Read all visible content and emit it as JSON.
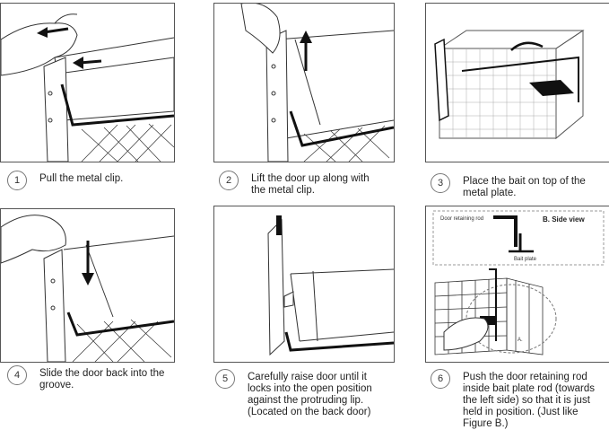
{
  "steps": [
    {
      "number": "1",
      "caption": "Pull the metal clip."
    },
    {
      "number": "2",
      "caption": "Lift the door up along with the metal clip."
    },
    {
      "number": "3",
      "caption": "Place the bait on top of the metal plate."
    },
    {
      "number": "4",
      "caption": "Slide the door back into the groove."
    },
    {
      "number": "5",
      "caption": "Carefully raise door until it locks into the open position against the protruding lip. (Located on the back door)"
    },
    {
      "number": "6",
      "caption": "Push the door retaining rod inside bait plate rod (towards the left side) so that it is just held in position. (Just like Figure B.)"
    }
  ],
  "figure_b": {
    "title": "B. Side view",
    "rod_label": "Door retaining rod",
    "plate_label": "Bait plate",
    "marker": "A."
  }
}
